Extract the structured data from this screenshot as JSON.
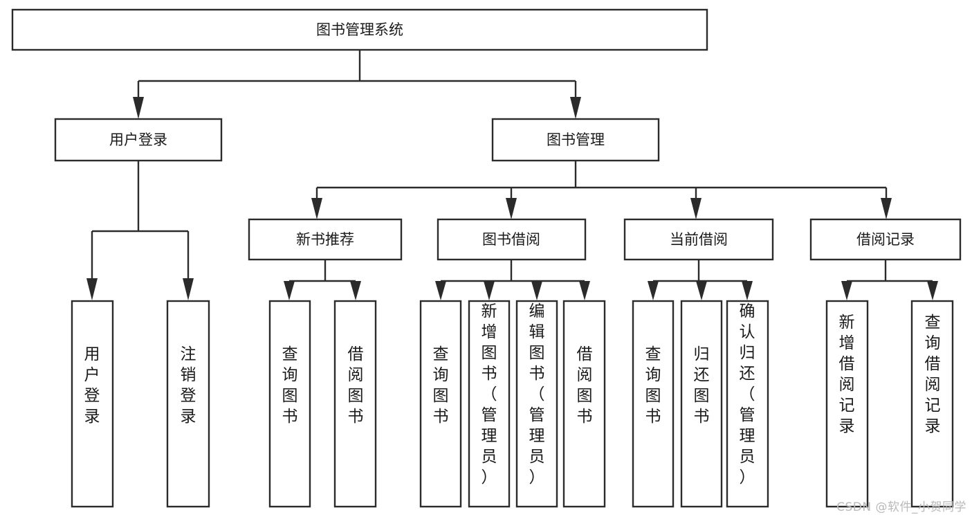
{
  "diagram": {
    "title": "图书管理系统",
    "watermark": "CSDN @软件_小贺同学",
    "colors": {
      "stroke": "#2b2b2b",
      "fill": "#ffffff",
      "text": "#1a1a1a",
      "watermark": "#b9b9b9",
      "background": "#ffffff"
    },
    "levels": {
      "root": "图书管理系统",
      "level2": [
        "用户登录",
        "图书管理"
      ],
      "level3": [
        "新书推荐",
        "图书借阅",
        "当前借阅",
        "借阅记录"
      ]
    },
    "nodes": {
      "root": {
        "label": "图书管理系统",
        "orientation": "horizontal"
      },
      "user_login": {
        "label": "用户登录",
        "orientation": "horizontal"
      },
      "book_manage": {
        "label": "图书管理",
        "orientation": "horizontal"
      },
      "new_book_rec": {
        "label": "新书推荐",
        "orientation": "horizontal"
      },
      "book_borrow": {
        "label": "图书借阅",
        "orientation": "horizontal"
      },
      "current_borrow": {
        "label": "当前借阅",
        "orientation": "horizontal"
      },
      "borrow_record": {
        "label": "借阅记录",
        "orientation": "horizontal"
      },
      "leaf_1": {
        "label": "用户登录",
        "orientation": "vertical",
        "parent": "用户登录"
      },
      "leaf_2": {
        "label": "注销登录",
        "orientation": "vertical",
        "parent": "用户登录"
      },
      "leaf_3": {
        "label": "查询图书",
        "orientation": "vertical",
        "parent": "新书推荐"
      },
      "leaf_4": {
        "label": "借阅图书",
        "orientation": "vertical",
        "parent": "新书推荐"
      },
      "leaf_5": {
        "label": "查询图书",
        "orientation": "vertical",
        "parent": "图书借阅"
      },
      "leaf_6": {
        "label": "新增图书（管理员）",
        "orientation": "vertical",
        "parent": "图书借阅"
      },
      "leaf_7": {
        "label": "编辑图书（管理员）",
        "orientation": "vertical",
        "parent": "图书借阅"
      },
      "leaf_8": {
        "label": "借阅图书",
        "orientation": "vertical",
        "parent": "图书借阅"
      },
      "leaf_9": {
        "label": "查询图书",
        "orientation": "vertical",
        "parent": "当前借阅"
      },
      "leaf_10": {
        "label": "归还图书",
        "orientation": "vertical",
        "parent": "当前借阅"
      },
      "leaf_11": {
        "label": "确认归还（管理员）",
        "orientation": "vertical",
        "parent": "当前借阅"
      },
      "leaf_12": {
        "label": "新增借阅记录",
        "orientation": "vertical",
        "parent": "借阅记录"
      },
      "leaf_13": {
        "label": "查询借阅记录",
        "orientation": "vertical",
        "parent": "借阅记录"
      }
    }
  }
}
